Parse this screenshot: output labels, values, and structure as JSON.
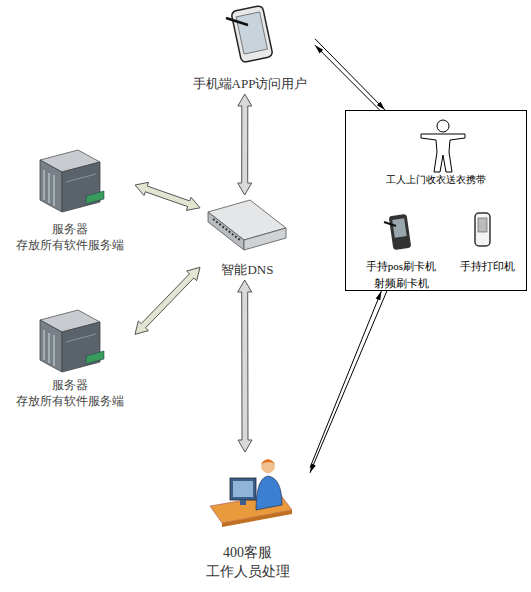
{
  "diagram": {
    "nodes": [
      {
        "text": [
          "手机端APP访问用户"
        ]
      },
      {
        "text": []
      },
      {
        "text": [
          "工人上门收衣送衣携带"
        ],
        "in": 1
      },
      {
        "text": [
          "手持pos刷卡机 射频刷卡机"
        ],
        "in": 1
      },
      {
        "text": [
          "手持打印机"
        ],
        "in": 1
      },
      {
        "text": [
          "服务器 存放所有软件服务端"
        ]
      },
      {
        "text": [
          "智能DNS"
        ]
      },
      {
        "text": [
          "服务器 存放所有软件服务端"
        ]
      },
      {
        "text": [
          "400客服 工作人员处理"
        ]
      }
    ],
    "edges": [
      {
        "from": 0,
        "to": 1,
        "arrow": "to"
      },
      {
        "from": 1,
        "to": 0,
        "arrow": "to"
      },
      {
        "from": 0,
        "to": 6,
        "arrow": "both"
      },
      {
        "from": 6,
        "to": 5,
        "arrow": "both"
      },
      {
        "from": 6,
        "to": 7,
        "arrow": "both"
      },
      {
        "from": 6,
        "to": 8,
        "arrow": "both"
      },
      {
        "from": 8,
        "to": 1,
        "arrow": "to"
      },
      {
        "from": 1,
        "to": 8,
        "arrow": "to"
      }
    ]
  }
}
